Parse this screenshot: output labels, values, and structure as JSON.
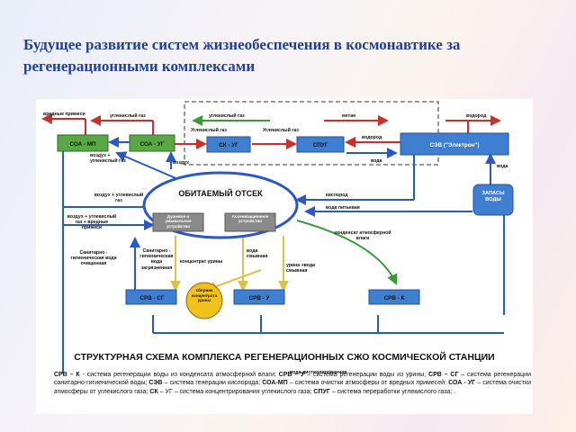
{
  "slide": {
    "title": "Будущее развитие систем жизнеобеспечения в космонавтике за регенерационными комплексами"
  },
  "colors": {
    "title": "#1f3f9a",
    "green_box": "#5aa845",
    "blue_box": "#3f7fd1",
    "yellow_box": "#f2c21c",
    "gray_box": "#8a8a8a",
    "arrow_blue": "#2a58c8",
    "arrow_red": "#c8312b",
    "arrow_green": "#3a9a36",
    "arrow_yellow": "#d8c24a"
  },
  "diagram": {
    "nodes": {
      "soa_mp": "СОА - МП",
      "soa_ug": "СОА - УГ",
      "sk_ug": "СК - УГ",
      "spug": "СПУГ",
      "sev": "СЭВ (\"Электрон\")",
      "habitable": "ОБИТАЕМЫЙ ОТСЕК",
      "device_air": "Душевое и умывальное устройство",
      "device_assim": "Ассенизационное устройство",
      "water_reserve": "ЗАПАСЫ ВОДЫ",
      "srv_sg": "СРВ - СГ",
      "srv_u": "СРВ - У",
      "srv_k": "СРВ - К",
      "urine_collect": "сборник концентрата урины"
    },
    "labels": {
      "harmful": "вредные примеси",
      "co2_a": "углекислый газ",
      "co2_b": "углекислый газ",
      "co2_c": "Углекислый газ",
      "co2_d": "Углекислый газ",
      "methane": "метан",
      "hydrogen_a": "водород",
      "hydrogen_b": "водород",
      "water_a": "вода",
      "water_b": "вода",
      "air": "воздух",
      "air_co2": "воздух + углекислый газ",
      "air_co2_b": "воздух + углекислый газ",
      "air_co2_harmful": "воздух + углекислый газ + вредные примеси",
      "oxygen": "кислород",
      "drinking": "вода питьевая",
      "condensate": "конденсат атмосферной влаги",
      "sanitary_clean": "Санитарно - гигиеническая вода очищенная",
      "sanitary_dirty": "Санитарно - гигиеническая вода загрязненная",
      "urine_concentrate": "концентрат урины",
      "flush_water": "вода смывная",
      "urine_flush": "урина +вода смывная",
      "distilled": "вода дистиллированная"
    },
    "caption": "СТРУКТУРНАЯ СХЕМА КОМПЛЕКСА РЕГЕНЕРАЦИОННЫХ СЖО КОСМИЧЕСКОЙ СТАНЦИИ",
    "legend": [
      {
        "term": "СРВ – К",
        "def": " - система регенерации воды из конденсата атмосферной влаги; "
      },
      {
        "term": "СРВ – У",
        "def": " – система регенерации воды из урины; "
      },
      {
        "term": "СРВ – СГ",
        "def": " – система регенерации санитарно-гигиенической воды; "
      },
      {
        "term": "СЭВ",
        "def": " – система генерации кислорода; "
      },
      {
        "term": "СОА-МП",
        "def": " – система очистки атмосферы от вредных примесей; "
      },
      {
        "term": "СОА - УГ",
        "def": " – система очистки атмосферы от углекислого газа; "
      },
      {
        "term": "СК",
        "def": " – УГ – система концентрирования углекислого газа; "
      },
      {
        "term": "СПУГ",
        "def": " – система переработки углекислого газа; ."
      }
    ]
  }
}
